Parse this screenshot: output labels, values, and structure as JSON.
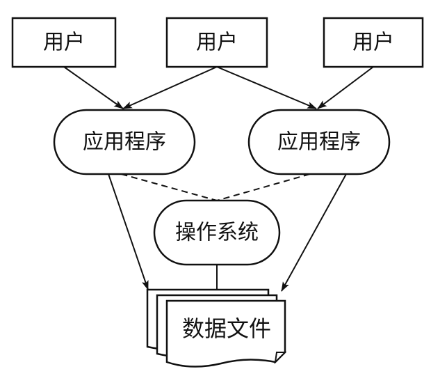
{
  "diagram": {
    "users": [
      {
        "label": "用户"
      },
      {
        "label": "用户"
      },
      {
        "label": "用户"
      }
    ],
    "applications": [
      {
        "label": "应用程序"
      },
      {
        "label": "应用程序"
      }
    ],
    "operating_system": {
      "label": "操作系统"
    },
    "data_files": {
      "label": "数据文件"
    }
  },
  "colors": {
    "stroke": "#111111",
    "fill": "#ffffff"
  }
}
